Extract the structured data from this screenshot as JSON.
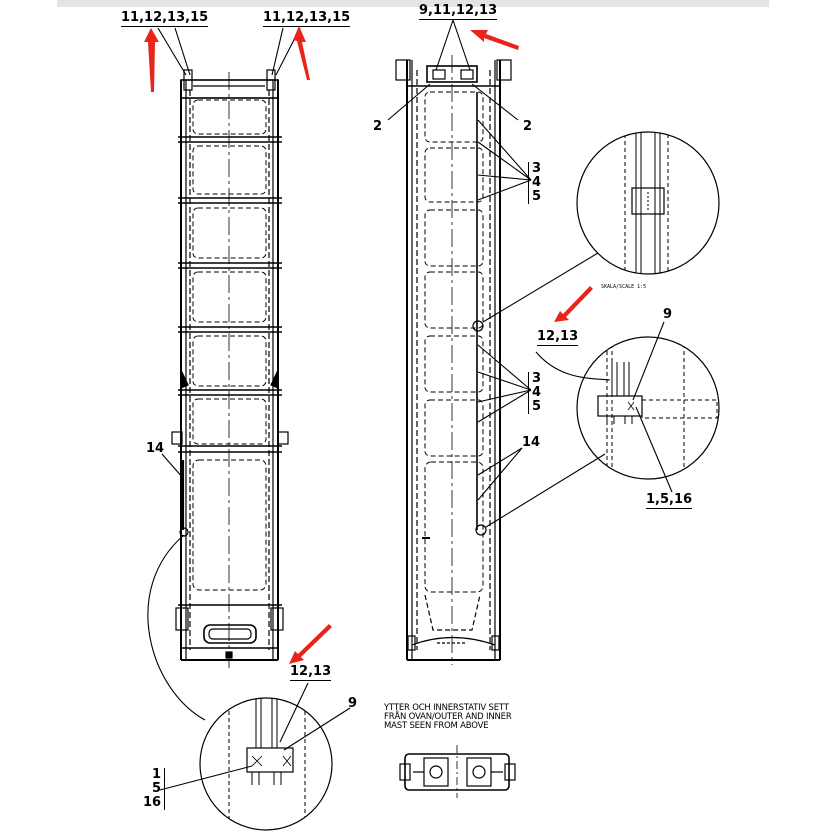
{
  "labels": {
    "left_top_a": "11,12,13,15",
    "left_top_b": "11,12,13,15",
    "mid_top": "9,11,12,13",
    "two_left": "2",
    "two_right": "2",
    "left_14": "14",
    "mid_14": "14",
    "left_1213": "12,13",
    "left_9": "9",
    "right_1213": "12,13",
    "right_9": "9",
    "right_1516": "1,5,16"
  },
  "stacks": {
    "mid_upper": [
      "3",
      "4",
      "5"
    ],
    "mid_lower": [
      "3",
      "4",
      "5"
    ],
    "bottom_left": [
      "1",
      "5",
      "16"
    ]
  },
  "scale_note": "SKALA/SCALE 1:5",
  "view_note": [
    "YTTER OCH INNERSTATIV SETT",
    "FRÅN OVAN/OUTER AND INNER",
    "MAST SEEN FROM ABOVE"
  ],
  "colors": {
    "line": "#000000",
    "arrow": "#e8241c",
    "background": "#ffffff",
    "topbar": "#e4e4e4"
  }
}
